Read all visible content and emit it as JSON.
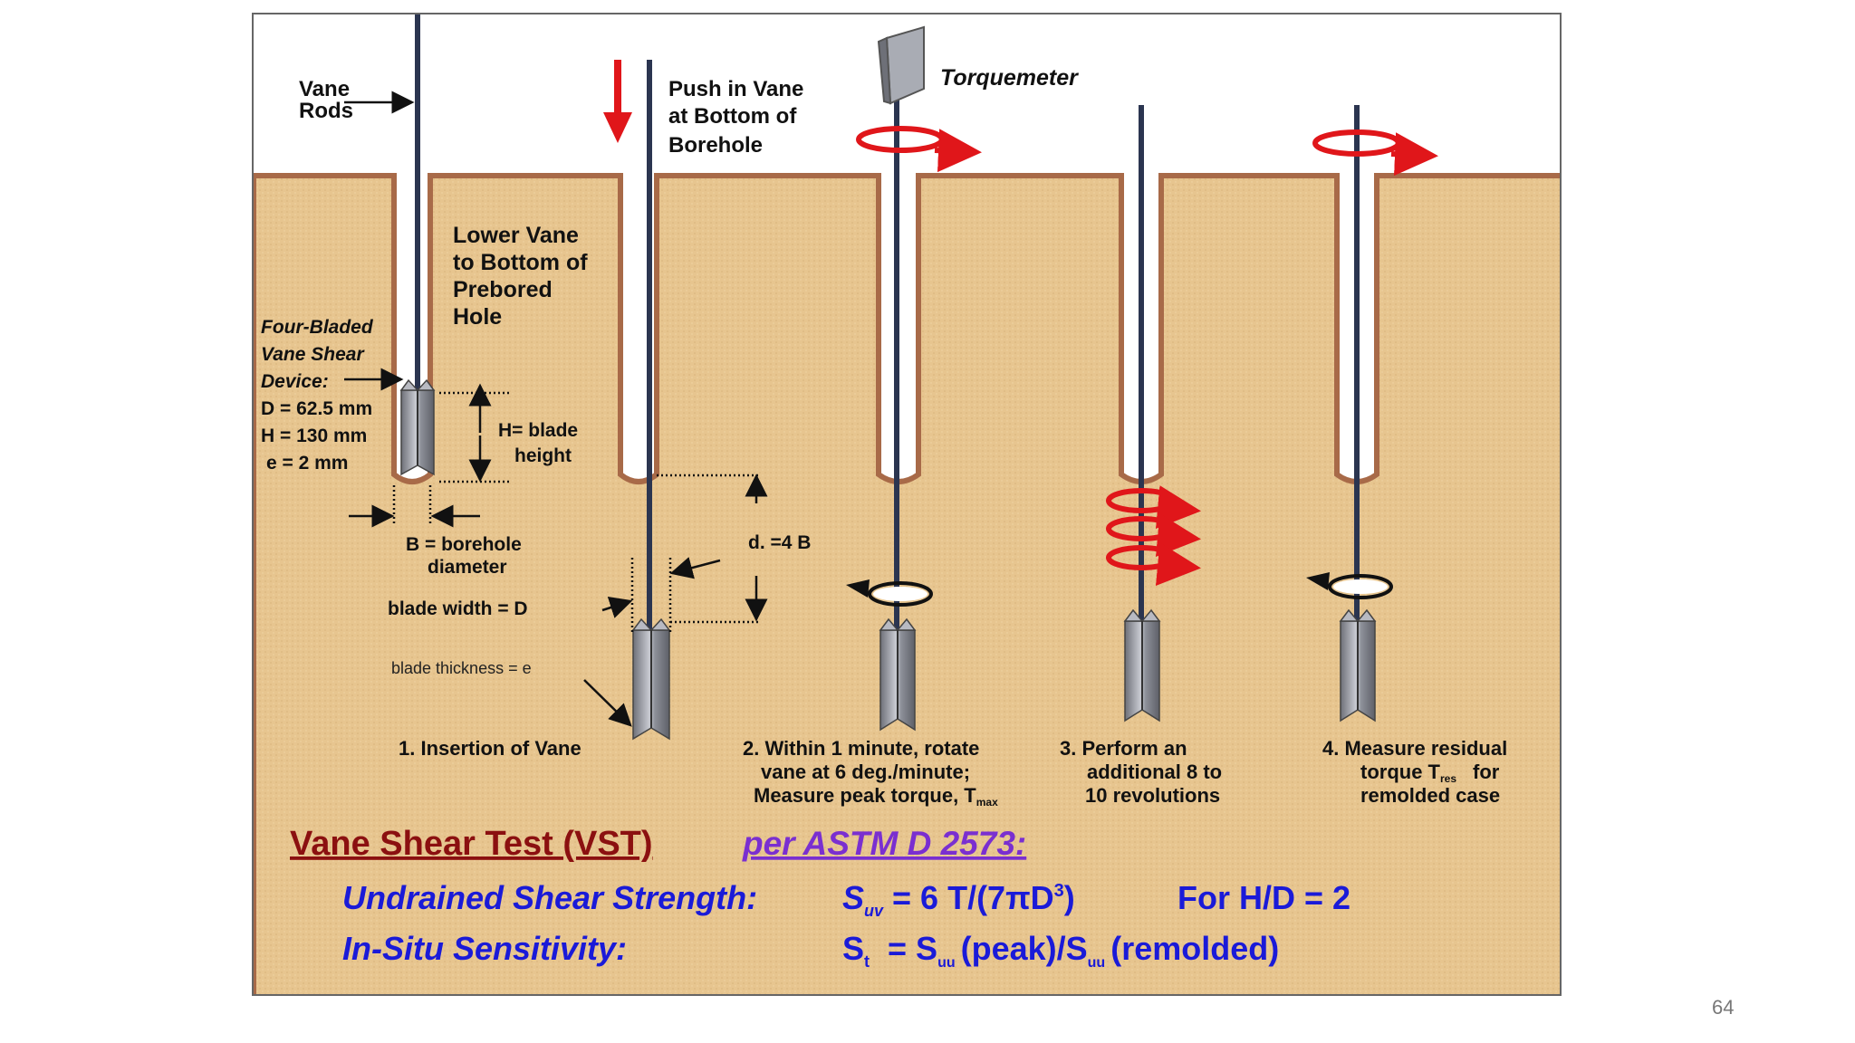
{
  "page_number": "64",
  "labels": {
    "vane_rods": [
      "Vane",
      "Rods"
    ],
    "push_in": [
      "Push in Vane",
      "at Bottom of",
      "Borehole"
    ],
    "torquemeter": "Torquemeter",
    "lower_vane": [
      "Lower Vane",
      "to Bottom of",
      "Prebored",
      "Hole"
    ],
    "device": [
      "Four-Bladed",
      "Vane Shear",
      "Device:"
    ],
    "device_dims": [
      "D = 62.5 mm",
      "H = 130 mm",
      "e = 2 mm"
    ],
    "h_blade": [
      "H= blade",
      "height"
    ],
    "b_borehole": [
      "B = borehole",
      "diameter"
    ],
    "d_depth": "d. =4 B",
    "blade_width": "blade  width = D",
    "blade_thickness": "blade thickness = e"
  },
  "steps": [
    [
      "1.  Insertion of Vane"
    ],
    [
      "2.  Within 1 minute, rotate",
      "vane at 6 deg./minute;",
      "Measure peak torque, T"
    ],
    [
      "3.   Perform an",
      "additional 8 to",
      "10 revolutions"
    ],
    [
      "4.  Measure residual",
      "torque   T",
      "for",
      "remolded case"
    ]
  ],
  "step2_subscript": "max",
  "step4_subscript": "res",
  "title": {
    "main": "Vane Shear Test (VST)",
    "per": "per ASTM  D 2573:"
  },
  "formulas": {
    "strength_label": "Undrained Shear Strength:",
    "strength_lhs": "S",
    "strength_lhs_sub": "uv",
    "strength_rhs_pre": "= 6 T/(7",
    "strength_pi": "π",
    "strength_rhs_D": "D",
    "strength_exp": "3",
    "strength_close": ")",
    "strength_ratio": "For H/D = 2",
    "sens_label": "In-Situ Sensitivity:",
    "sens_lhs": "S",
    "sens_lhs_sub": "t",
    "sens_rhs_a": "= S",
    "sens_sub1": "uu",
    "sens_rhs_b": "(peak)/S",
    "sens_sub2": "uu",
    "sens_rhs_c": "(remolded)"
  },
  "colors": {
    "soil": "#e7c58f",
    "soil_line": "#a86a48",
    "rod": "#2b3550",
    "red": "#e0161a",
    "title_red": "#8b1010",
    "purple": "#7a2fd0",
    "blue": "#1a1ad8"
  }
}
